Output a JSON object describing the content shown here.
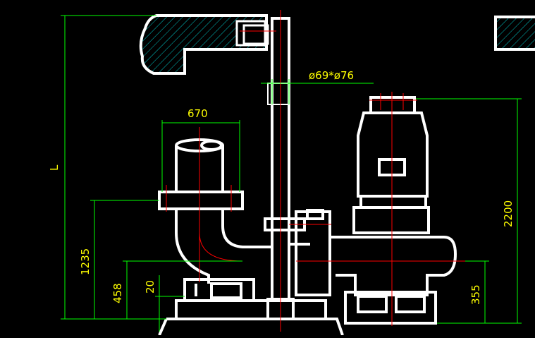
{
  "drawing": {
    "dimensions": {
      "pipe_diameter": "ø69*ø76",
      "outlet_width": "670",
      "length_label": "L",
      "outlet_height": "1235",
      "flange_height": "458",
      "base_offset": "20",
      "pump_height": "2200",
      "pump_axis_height": "355"
    },
    "colors": {
      "background": "#000000",
      "outline": "#ffffff",
      "dimension": "#00ff00",
      "dimension_text": "#ffff00",
      "centerline": "#ff0000",
      "hatch": "#00c8c8"
    }
  }
}
